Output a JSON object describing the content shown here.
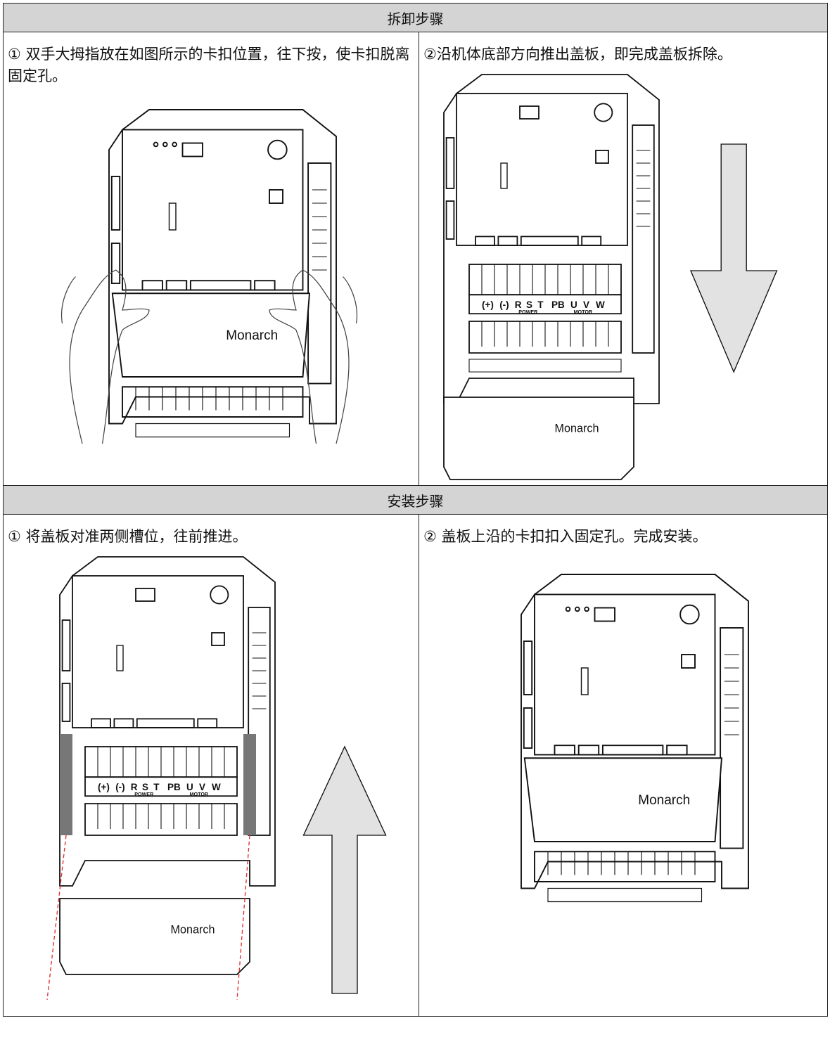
{
  "sections": {
    "removal": {
      "title": "拆卸步骤",
      "step1": {
        "text": "① 双手大拇指放在如图所示的卡扣位置，往下按，使卡扣脱离固定孔。"
      },
      "step2": {
        "text": "②沿机体底部方向推出盖板，即完成盖板拆除。"
      }
    },
    "install": {
      "title": "安装步骤",
      "step1": {
        "text": "① 将盖板对准两侧槽位，往前推进。"
      },
      "step2": {
        "text": "② 盖板上沿的卡扣扣入固定孔。完成安装。"
      }
    }
  },
  "device": {
    "brand": "Monarch",
    "terminal_labels": [
      "(+)",
      "(-)",
      "R",
      "S",
      "T",
      "PB",
      "U",
      "V",
      "W"
    ],
    "group_labels": [
      "POWER",
      "MOTOR"
    ]
  },
  "colors": {
    "header_bg": "#d4d4d4",
    "border": "#222222",
    "arrow_fill": "#e2e2e2",
    "guide_line": "#e03030",
    "slot_fill": "#777777"
  }
}
